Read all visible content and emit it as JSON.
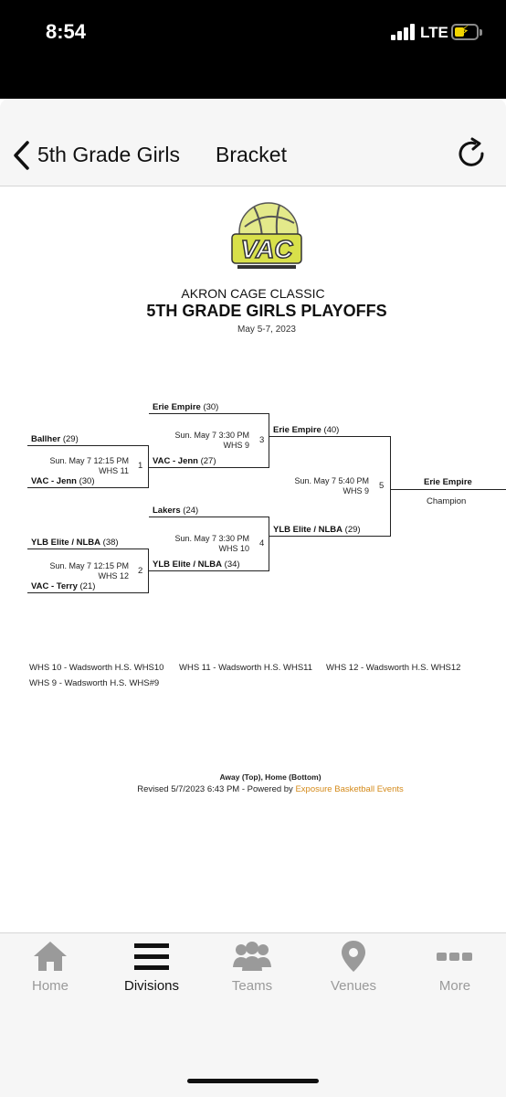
{
  "status_bar": {
    "time": "8:54",
    "network": "LTE"
  },
  "nav": {
    "back_label": "5th Grade Girls",
    "title": "Bracket"
  },
  "header": {
    "logo_text": "VAC",
    "event_name": "AKRON CAGE CLASSIC",
    "division_title": "5TH GRADE GIRLS PLAYOFFS",
    "dates": "May 5-7, 2023"
  },
  "bracket": {
    "games": {
      "g1": {
        "number": "1",
        "datetime": "Sun. May 7 12:15 PM",
        "venue": "WHS 11",
        "away": "Ballher",
        "away_score": "(29)",
        "home": "VAC - Jenn",
        "home_score": "(30)"
      },
      "g2": {
        "number": "2",
        "datetime": "Sun. May 7 12:15 PM",
        "venue": "WHS 12",
        "away": "YLB Elite / NLBA",
        "away_score": "(38)",
        "home": "VAC - Terry",
        "home_score": "(21)"
      },
      "g3": {
        "number": "3",
        "datetime": "Sun. May 7 3:30 PM",
        "venue": "WHS 9",
        "away": "Erie Empire",
        "away_score": "(30)",
        "home": "VAC - Jenn",
        "home_score": "(27)"
      },
      "g4": {
        "number": "4",
        "datetime": "Sun. May 7 3:30 PM",
        "venue": "WHS 10",
        "away": "Lakers",
        "away_score": "(24)",
        "home": "YLB Elite / NLBA",
        "home_score": "(34)"
      },
      "g5": {
        "number": "5",
        "datetime": "Sun. May 7 5:40 PM",
        "venue": "WHS 9",
        "away": "Erie Empire",
        "away_score": "(40)",
        "home": "YLB Elite / NLBA",
        "home_score": "(29)"
      }
    },
    "champion": {
      "team": "Erie Empire",
      "label": "Champion"
    }
  },
  "venues": {
    "whs10": "WHS 10 - Wadsworth H.S. WHS10",
    "whs11": "WHS 11 - Wadsworth H.S. WHS11",
    "whs12": "WHS 12 - Wadsworth H.S. WHS12",
    "whs9": "WHS 9 - Wadsworth H.S. WHS#9"
  },
  "footer": {
    "note": "Away (Top), Home (Bottom)",
    "revised": "Revised 5/7/2023 6:43 PM - Powered by ",
    "powered_by": "Exposure Basketball Events"
  },
  "tabs": [
    {
      "label": "Home",
      "icon": "home-icon",
      "active": false
    },
    {
      "label": "Divisions",
      "icon": "menu-icon",
      "active": true
    },
    {
      "label": "Teams",
      "icon": "people-icon",
      "active": false
    },
    {
      "label": "Venues",
      "icon": "location-pin-icon",
      "active": false
    },
    {
      "label": "More",
      "icon": "more-dots-icon",
      "active": false
    }
  ],
  "colors": {
    "accent": "#d48a1a",
    "logo_yellow": "#d8e04a",
    "logo_gray": "#8a8a8a"
  }
}
